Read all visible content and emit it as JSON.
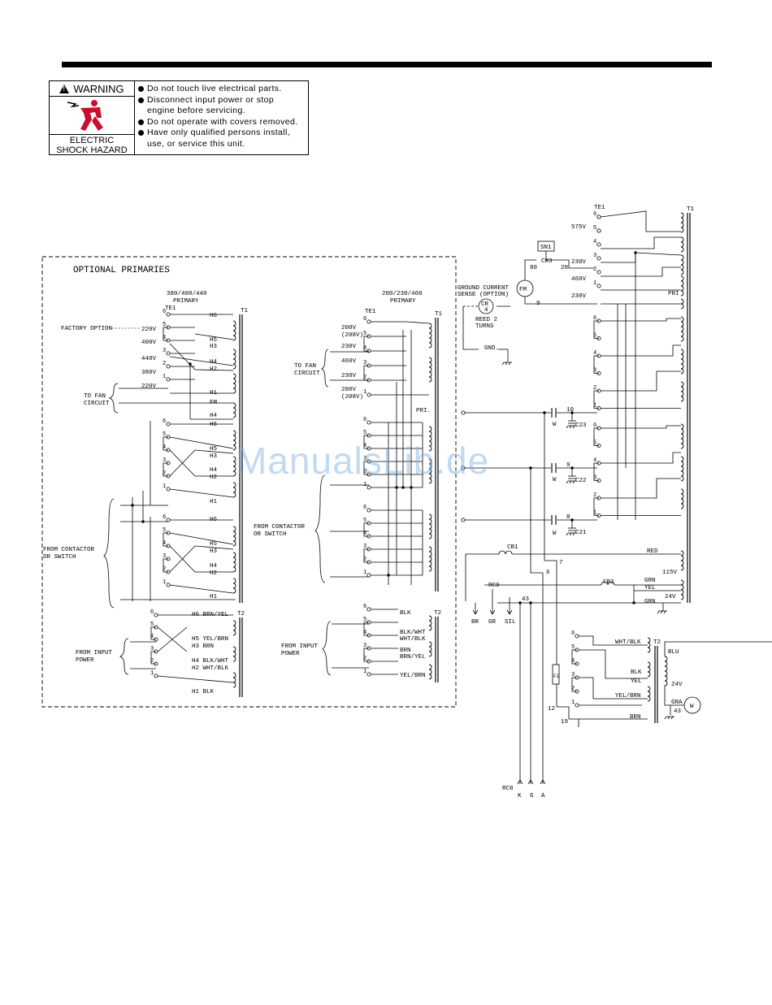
{
  "warning": {
    "title": "WARNING",
    "caption_line1": "ELECTRIC",
    "caption_line2": "SHOCK HAZARD",
    "items": [
      "Do not touch live electrical parts.",
      "Disconnect input power or stop",
      "engine before servicing.",
      "Do not operate with covers removed.",
      "Have only qualified persons install,",
      "use, or service this unit."
    ]
  },
  "optional": {
    "title": "OPTIONAL PRIMARIES",
    "a_title1": "380/400/440",
    "a_title2": "PRIMARY",
    "b_title1": "200/230/460",
    "b_title2": "PRIMARY",
    "factory_option": "FACTORY OPTION",
    "to_fan1": "TO FAN",
    "to_fan2": "CIRCUIT",
    "from_contactor1": "FROM CONTACTOR",
    "from_contactor2": "OR SWITCH",
    "from_input1": "FROM INPUT",
    "from_input2": "POWER",
    "te1": "TE1",
    "t1": "T1",
    "t2": "T2",
    "pri": "PRI.",
    "a_volts": [
      "220V",
      "400V",
      "440V",
      "380V",
      "220V"
    ],
    "b_volts": [
      "200V",
      "(208V)",
      "230V",
      "460V",
      "230V",
      "200V",
      "(208V)"
    ],
    "h_labels": [
      "H6",
      "H5",
      "H3",
      "H4",
      "H2",
      "H1",
      "FM",
      "H4"
    ],
    "t2_labels": [
      "H6 BRN/YEL",
      "H5 YEL/BRN",
      "H3 BRN",
      "H4 BLK/WHT",
      "H2 WHT/BLK",
      "H1 BLK"
    ],
    "t2b_labels": [
      "BLK",
      "BLK/WHT",
      "WHT/BLK",
      "BRN",
      "BRN/YEL",
      "YEL/BRN"
    ]
  },
  "main": {
    "te1": "TE1",
    "t1": "T1",
    "t2": "T2",
    "pri": "PRI",
    "volts": [
      "575V",
      "230V",
      "460V",
      "230V"
    ],
    "sn1": "SN1",
    "cr3": "CR3",
    "w80": "80",
    "w20": "20",
    "ground_current1": "GROUND CURRENT",
    "ground_current2": "SENSE (OPTION)",
    "reed1": "REED 2",
    "reed2": "TURNS",
    "cr": "CR",
    "cr4": "4",
    "fm": "FM",
    "gnd": "GND.",
    "w9": "9",
    "caps": [
      {
        "w": "10",
        "c": "C23"
      },
      {
        "w": "9",
        "c": "C22"
      },
      {
        "w": "8",
        "c": "C21"
      }
    ],
    "w": "W",
    "cb1": "CB1",
    "cb2": "CB2",
    "red": "RED",
    "v115": "115V",
    "grn": "GRN",
    "yel": "YEL",
    "v24": "24V",
    "w7": "7",
    "w6": "6",
    "w43": "43",
    "rc9": "RC9",
    "br": "BR",
    "gr": "GR",
    "sil": "SIL",
    "f1": "F1",
    "w12": "12",
    "w19": "19",
    "t2_wires": [
      "WHT/BLK",
      "BLK",
      "YEL",
      "YEL/BRN",
      "BRN"
    ],
    "blu": "BLU",
    "gra": "GRA",
    "rc8": "RC8",
    "k": "K",
    "g": "G",
    "a": "A",
    "meter": "W"
  },
  "watermark": "ManualsLib.de"
}
